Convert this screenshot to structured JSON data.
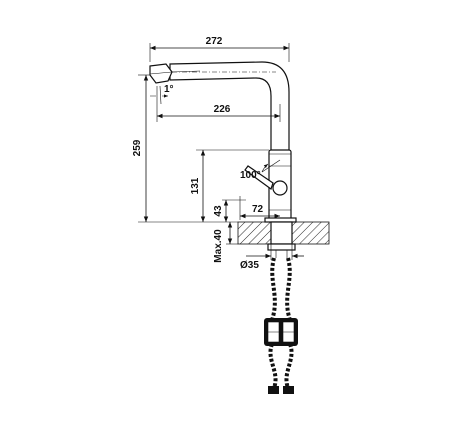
{
  "dimensions": {
    "overall_width": "272",
    "reach": "226",
    "total_height": "259",
    "spout_height": "131",
    "lever_height": "43",
    "lever_offset": "72",
    "lever_angle": "100°",
    "tilt_angle": "1°",
    "max_counter_thickness": "Max.40",
    "hole_diameter": "Ø35"
  },
  "colors": {
    "line": "#111111",
    "hatch": "#111111",
    "background": "#ffffff"
  },
  "icons": [
    "faucet-drawing",
    "countertop-hatch",
    "braided-hose"
  ]
}
